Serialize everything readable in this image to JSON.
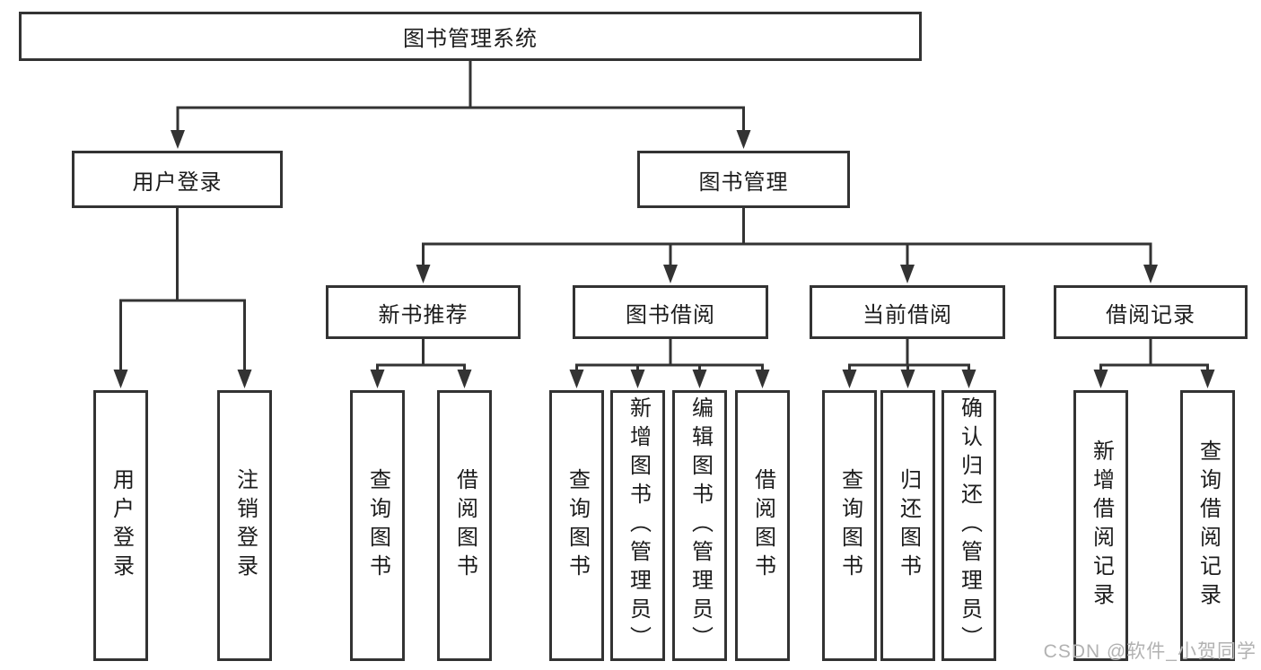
{
  "colors": {
    "line": "#333333",
    "box_border": "#333333",
    "text": "#1c1c1c",
    "background": "#ffffff",
    "watermark": "#b2b2b2"
  },
  "watermark": {
    "text": "CSDN @软件_小贺同学"
  },
  "diagram": {
    "type": "tree",
    "root": {
      "label": "图书管理系统"
    },
    "children": [
      {
        "label": "用户登录",
        "children": [
          {
            "label": "用户登录"
          },
          {
            "label": "注销登录"
          }
        ]
      },
      {
        "label": "图书管理",
        "children": [
          {
            "label": "新书推荐",
            "children": [
              {
                "label": "查询图书"
              },
              {
                "label": "借阅图书"
              }
            ]
          },
          {
            "label": "图书借阅",
            "children": [
              {
                "label": "查询图书"
              },
              {
                "label": "新增图书（管理员）"
              },
              {
                "label": "编辑图书（管理员）"
              },
              {
                "label": "借阅图书"
              }
            ]
          },
          {
            "label": "当前借阅",
            "children": [
              {
                "label": "查询图书"
              },
              {
                "label": "归还图书"
              },
              {
                "label": "确认归还（管理员）"
              }
            ]
          },
          {
            "label": "借阅记录",
            "children": [
              {
                "label": "新增借阅记录"
              },
              {
                "label": "查询借阅记录"
              }
            ]
          }
        ]
      }
    ]
  }
}
